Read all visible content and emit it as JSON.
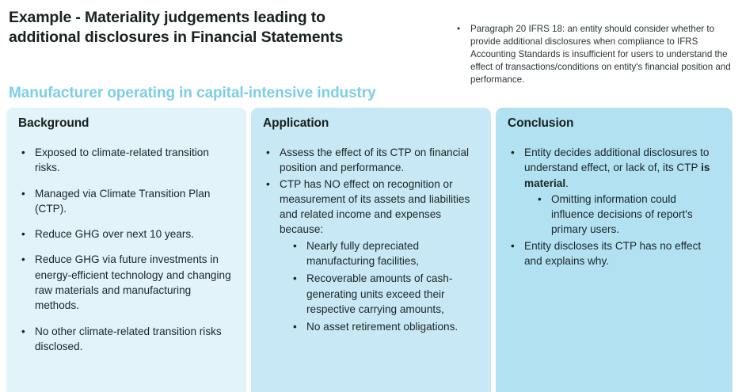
{
  "header": {
    "title": "Example - Materiality judgements leading to additional disclosures in Financial Statements",
    "subtitle": "Manufacturer operating in capital-intensive industry"
  },
  "note": {
    "bullet_glyph": "•",
    "items": [
      "Paragraph 20 IFRS 18: an entity should consider whether to provide additional disclosures when compliance to IFRS Accounting Standards is insufficient for users to understand the effect of transactions/conditions on entity's financial position and performance."
    ]
  },
  "bullet_glyph": "•",
  "cards": [
    {
      "id": "background",
      "heading": "Background",
      "color": "#e2f4f9",
      "items": [
        {
          "level": 1,
          "text": "Exposed to climate-related transition risks."
        },
        {
          "level": 1,
          "text": "Managed via Climate Transition Plan (CTP)."
        },
        {
          "level": 1,
          "text": "Reduce GHG over next 10 years."
        },
        {
          "level": 1,
          "text": "Reduce GHG via future investments in energy-efficient technology and changing raw materials and manufacturing methods."
        },
        {
          "level": 1,
          "text": "No other climate-related transition risks disclosed."
        }
      ]
    },
    {
      "id": "application",
      "heading": "Application",
      "color": "#c8e8f5",
      "items": [
        {
          "level": 1,
          "text": "Assess the effect of its CTP on financial position and performance."
        },
        {
          "level": 1,
          "text": "CTP has NO effect on recognition or measurement of its assets and liabilities and related income and expenses because:"
        },
        {
          "level": 2,
          "text": "Nearly fully depreciated manufacturing facilities,"
        },
        {
          "level": 2,
          "text": "Recoverable amounts of cash-generating units exceed their respective carrying amounts,"
        },
        {
          "level": 2,
          "text": "No asset retirement obligations."
        }
      ]
    },
    {
      "id": "conclusion",
      "heading": "Conclusion",
      "color": "#b2e2f2",
      "items": [
        {
          "level": 1,
          "text": "Entity decides additional disclosures to understand effect, or lack of, its CTP ",
          "bold": "is material",
          "text_after": "."
        },
        {
          "level": 2,
          "text": "Omitting information could influence decisions of report's primary users."
        },
        {
          "level": 1,
          "text": "Entity discloses its CTP has no effect and explains why."
        }
      ]
    }
  ]
}
